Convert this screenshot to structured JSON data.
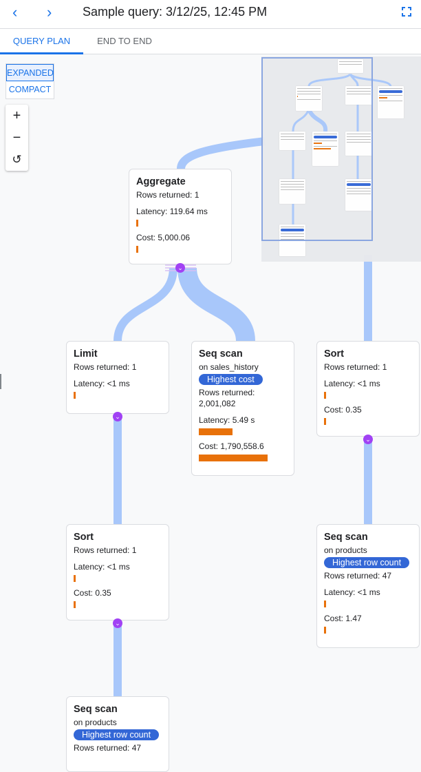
{
  "header": {
    "back_icon": "chevron-left-icon",
    "forward_icon": "chevron-right-icon",
    "title": "Sample query: 3/12/25, 12:45 PM",
    "fullscreen_icon": "fullscreen-icon"
  },
  "tabs": [
    {
      "label": "QUERY PLAN",
      "active": true
    },
    {
      "label": "END TO END",
      "active": false
    }
  ],
  "view_toggle": {
    "expanded": "EXPANDED",
    "compact": "COMPACT",
    "selected": "EXPANDED"
  },
  "zoom_controls": {
    "zoom_in": "+",
    "zoom_out": "−",
    "reset": "↺"
  },
  "colors": {
    "accent": "#1a73e8",
    "bar": "#e8710a",
    "badge": "#3367d6",
    "edge": "#a8c7fa",
    "chevron": "#a142f4"
  },
  "nodes": [
    {
      "title": "Aggregate",
      "rows": "Rows returned: 1",
      "latency": "Latency: 119.64 ms",
      "latency_bar": 0.03,
      "cost": "Cost: 5,000.06",
      "cost_bar": 0.03
    },
    {
      "title": "Limit",
      "rows": "Rows returned: 1",
      "latency": "Latency: <1 ms",
      "latency_bar": 0.03
    },
    {
      "title": "Seq scan",
      "on": "on sales_history",
      "badge": "Highest cost",
      "rows": "Rows returned:",
      "rows2": "2,001,082",
      "latency": "Latency: 5.49 s",
      "latency_bar": 0.49,
      "cost": "Cost: 1,790,558.6",
      "cost_bar": 1.0
    },
    {
      "title": "Sort",
      "rows": "Rows returned: 1",
      "latency": "Latency: <1 ms",
      "latency_bar": 0.03,
      "cost": "Cost: 0.35",
      "cost_bar": 0.03
    },
    {
      "title": "Sort",
      "rows": "Rows returned: 1",
      "latency": "Latency: <1 ms",
      "latency_bar": 0.03,
      "cost": "Cost: 0.35",
      "cost_bar": 0.03
    },
    {
      "title": "Seq scan",
      "on": "on products",
      "badge": "Highest row count",
      "rows": "Rows returned: 47",
      "latency": "Latency: <1 ms",
      "latency_bar": 0.03,
      "cost": "Cost: 1.47",
      "cost_bar": 0.03
    },
    {
      "title": "Seq scan",
      "on": "on products",
      "badge": "Highest row count",
      "rows": "Rows returned: 47"
    }
  ]
}
